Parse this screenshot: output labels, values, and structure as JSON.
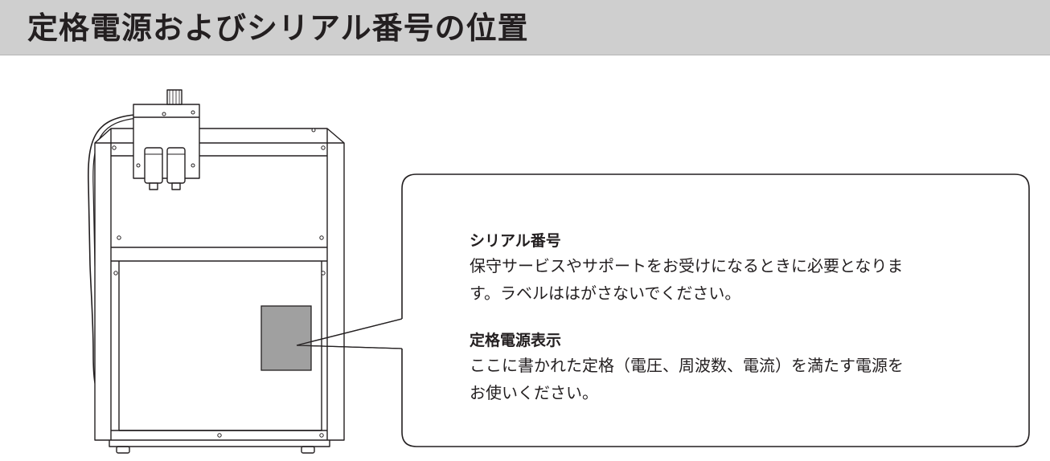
{
  "header": {
    "title": "定格電源およびシリアル番号の位置"
  },
  "callout": {
    "serial": {
      "heading": "シリアル番号",
      "lines": [
        "保守サービスやサポートをお受けになるときに必要となりま",
        "す。ラベルははがさないでください。"
      ]
    },
    "rating": {
      "heading": "定格電源表示",
      "lines": [
        "ここに書かれた定格（電圧、周波数、電流）を満たす電源を",
        "お使いください。"
      ]
    }
  },
  "colors": {
    "title_bar_bg": "#cfcfcf",
    "label_fill": "#a0a0a0",
    "text": "#231f20"
  }
}
